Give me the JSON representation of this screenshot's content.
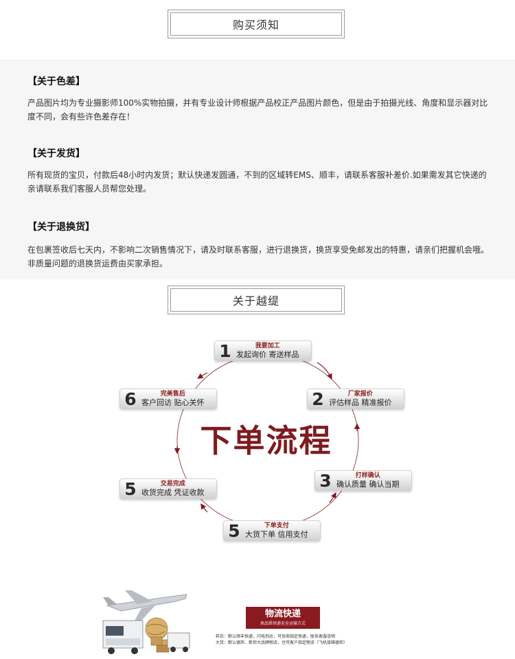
{
  "headers": {
    "purchase_notice": "购买须知",
    "about": "关于越缇"
  },
  "notice": {
    "sections": [
      {
        "heading": "【关于色差】",
        "body": "产品图片均为专业摄影师100%实物拍摄，并有专业设计师根据产品校正产品图片颜色，但是由于拍摄光线、角度和显示器对比度不同，会有些许色差存在！"
      },
      {
        "heading": "【关于发货】",
        "body": "所有现货的宝贝，付款后48小时内发货；默认快递发圆通，不到的区域转EMS、顺丰，请联系客服补差价.如果需发其它快递的亲请联系我们客服人员帮您处理。"
      },
      {
        "heading": "【关于退换货】",
        "body": "在包裹签收后七天内，不影响二次销售情况下，请及时联系客服，进行退换货，换货享受免邮发出的特惠，请亲们把握机会哦。非质量问题的退换货运费由买家承担。"
      }
    ]
  },
  "flow": {
    "title": "下单流程",
    "steps": [
      {
        "num": "1",
        "tag": "我要加工",
        "text": "发起询价 寄送样品"
      },
      {
        "num": "2",
        "tag": "厂家报价",
        "text": "评估样品 精准报价"
      },
      {
        "num": "3",
        "tag": "打样确认",
        "text": "确认质量  确认当期"
      },
      {
        "num": "5",
        "tag": "下单支付",
        "text": "大货下单  信用支付"
      },
      {
        "num": "5",
        "tag": "交易完成",
        "text": "收货完成  凭证收款"
      },
      {
        "num": "6",
        "tag": "完美售后",
        "text": "客户回访 贴心关怀"
      }
    ],
    "accent_color": "#7f1b1f"
  },
  "logistics": {
    "badge_title": "物流快递",
    "badge_sub": "高品质快递安全运输方式",
    "note1": "样衣：默认顺丰快递，闪电到达，可协商指定快递，联系客服说明",
    "note2": "大货：默认德邦、新邦大品牌物流，也可客户指定物流（飞机接箱德邦）",
    "icons": [
      "airplane-icon",
      "truck-icon",
      "globe-icon",
      "boxes-icon"
    ]
  }
}
